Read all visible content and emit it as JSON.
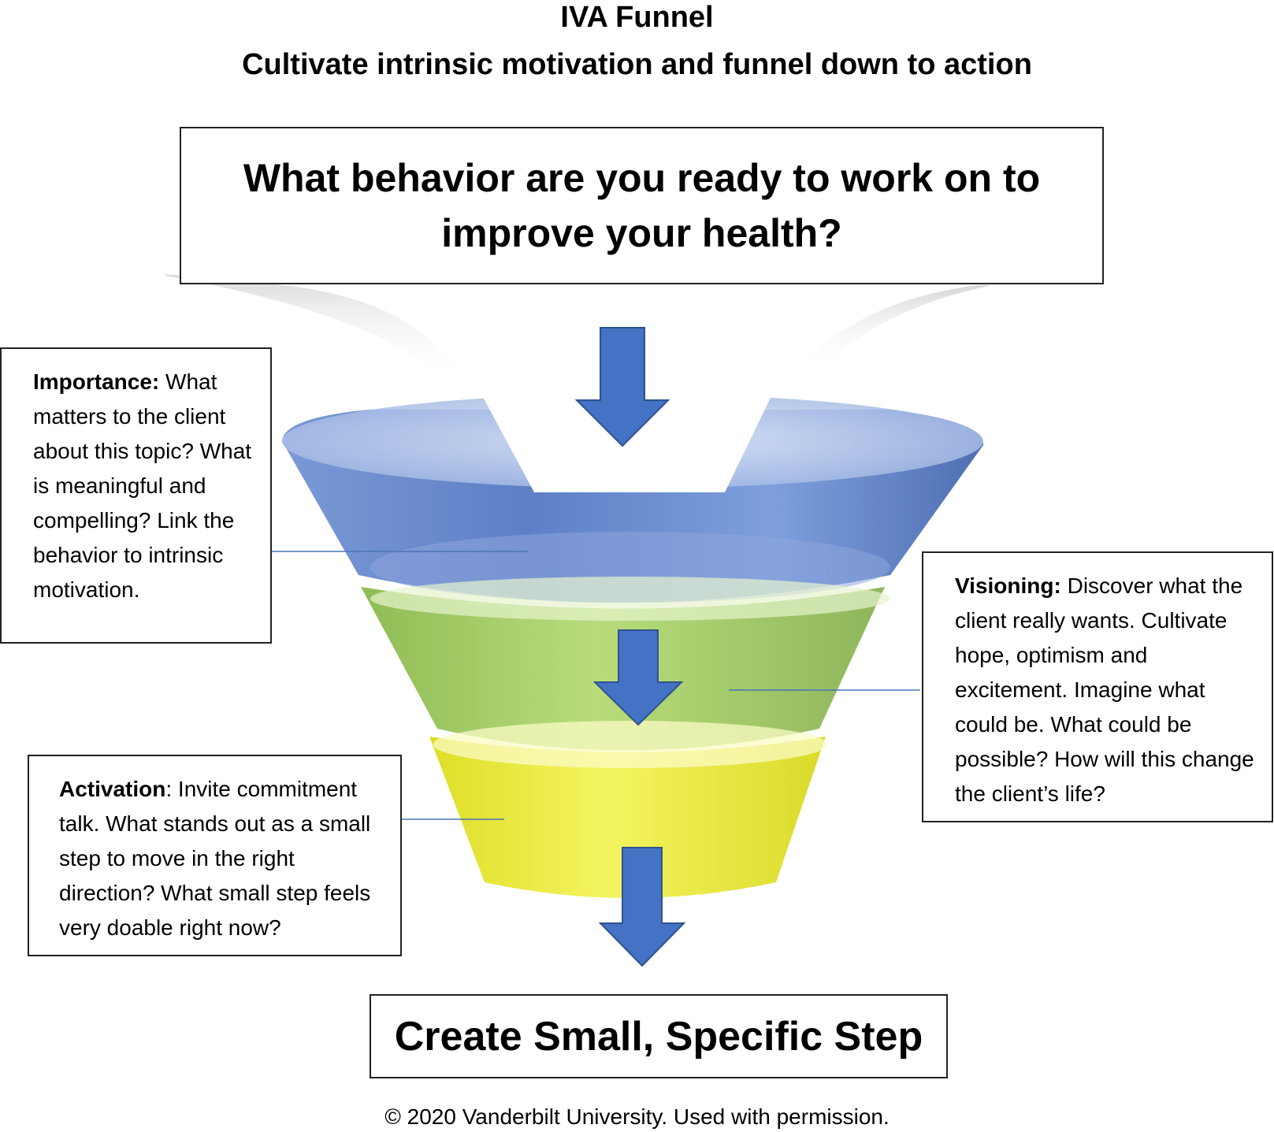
{
  "header": {
    "title": "IVA Funnel",
    "subtitle": "Cultivate intrinsic motivation and funnel down to action"
  },
  "question": {
    "text": "What behavior are you ready to work on to improve your health?"
  },
  "importance": {
    "label": "Importance:",
    "text": " What matters to the client about this topic? What is meaningful and compelling? Link the behavior to intrinsic motivation."
  },
  "visioning": {
    "label": "Visioning:",
    "text": " Discover what the client really wants. Cultivate hope, optimism and excitement. Imagine what could be. What could be possible? How will this change the client’s life?"
  },
  "activation": {
    "label": "Activation",
    "text": ": Invite commitment talk. What stands out as a small step to move in the right direction? What small step feels very doable right now?"
  },
  "outcome": {
    "text": "Create Small, Specific Step"
  },
  "footer": {
    "text": "© 2020 Vanderbilt University. Used with permission."
  },
  "colors": {
    "blue_tier": "#5b7fc4",
    "green_tier": "#a8cf6a",
    "yellow_tier": "#ecec3a",
    "arrow": "#4472c4"
  }
}
